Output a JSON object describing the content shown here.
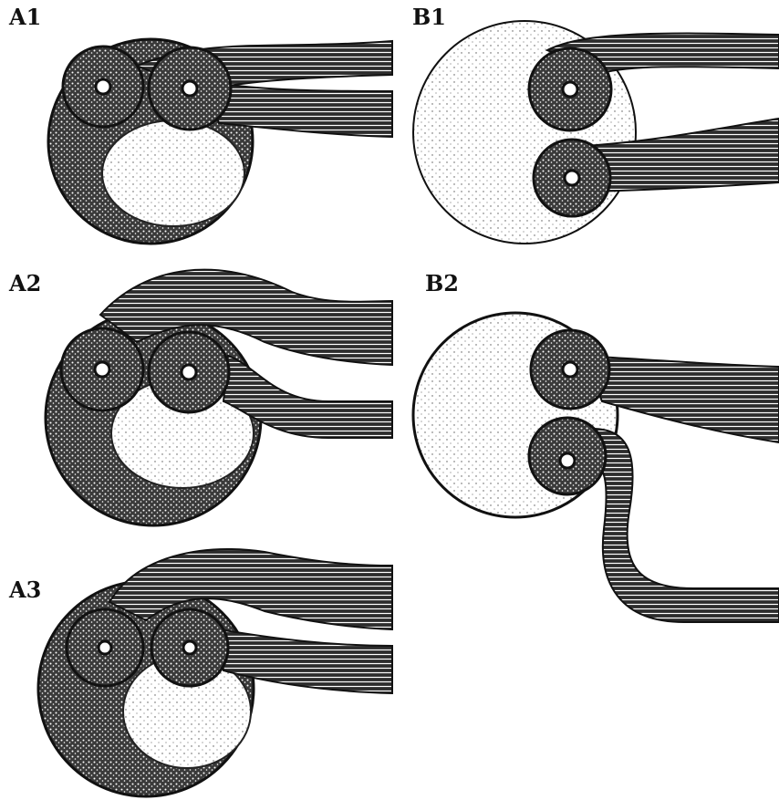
{
  "labels": {
    "a1": "A1",
    "a2": "A2",
    "a3": "A3",
    "b1": "B1",
    "b2": "B2"
  },
  "colors": {
    "ink": "#111111",
    "paper": "#ffffff",
    "shade": "#2a2a2a"
  }
}
